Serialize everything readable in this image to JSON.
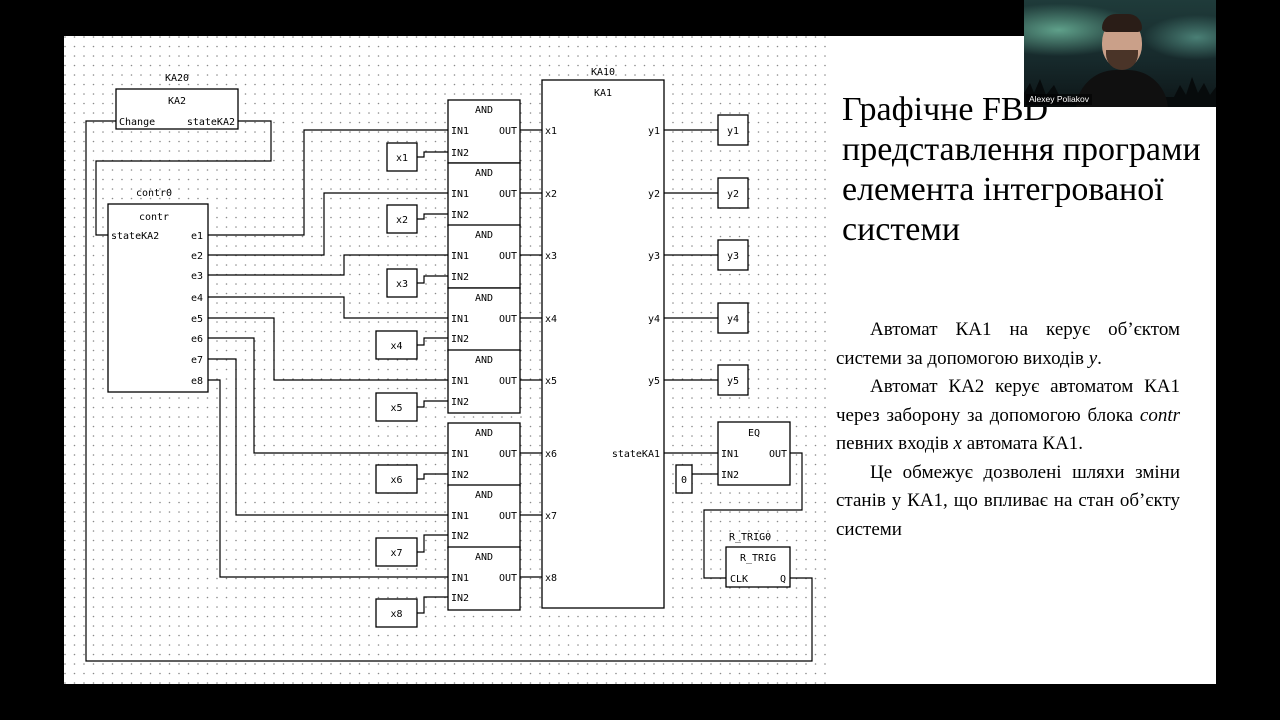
{
  "slide": {
    "title": "Графічне FBD представлення програми елемента інтегрованої системи",
    "paragraphs": [
      "Автомат КА1 на керує об’єктом системи за допомогою виходів y.",
      "Автомат КА2 керує автоматом КА1 через заборону за допомогою блока contr певних входів x автомата КА1.",
      "Це обмежує дозволені шляхи зміни станів у КА1, що впливає на стан об’єкту системи"
    ]
  },
  "webcam": {
    "participant_name": "Alexey Poliakov"
  },
  "diagram": {
    "ka2_instance": "KA20",
    "ka2_type": "KA2",
    "ka2_in": "Change",
    "ka2_out": "stateKA2",
    "contr_instance": "contr0",
    "contr_type": "contr",
    "contr_in": "stateKA2",
    "contr_outputs": [
      "e1",
      "e2",
      "e3",
      "e4",
      "e5",
      "e6",
      "e7",
      "e8"
    ],
    "ka1_instance": "KA10",
    "ka1_type": "KA1",
    "ka1_inputs": [
      "x1",
      "x2",
      "x3",
      "x4",
      "x5",
      "x6",
      "x7",
      "x8"
    ],
    "ka1_outputs": [
      "y1",
      "y2",
      "y3",
      "y4",
      "y5"
    ],
    "ka1_state_out": "stateKA1",
    "and_type": "AND",
    "and_in1": "IN1",
    "and_in2": "IN2",
    "and_out": "OUT",
    "input_vars": [
      "x1",
      "x2",
      "x3",
      "x4",
      "x5",
      "x6",
      "x7",
      "x8"
    ],
    "output_vars": [
      "y1",
      "y2",
      "y3",
      "y4",
      "y5"
    ],
    "eq_type": "EQ",
    "eq_in1": "IN1",
    "eq_in2": "IN2",
    "eq_out": "OUT",
    "eq_const": "0",
    "rtrig_instance": "R_TRIG0",
    "rtrig_type": "R_TRIG",
    "rtrig_in": "CLK",
    "rtrig_out": "Q"
  }
}
